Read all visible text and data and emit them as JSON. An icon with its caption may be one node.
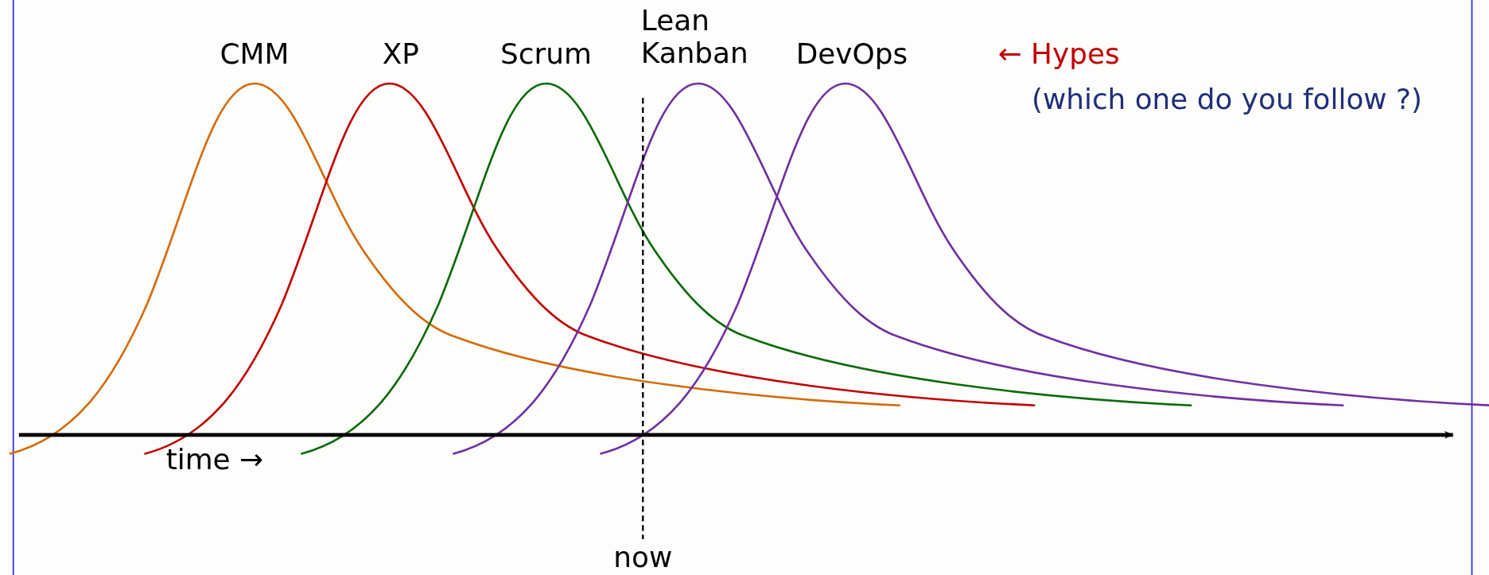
{
  "diagram": {
    "labels": [
      "CMM",
      "XP",
      "Scrum",
      "Lean Kanban",
      "DevOps",
      "← Hypes",
      "(which one do you follow ?)",
      "time →",
      "now"
    ]
  }
}
